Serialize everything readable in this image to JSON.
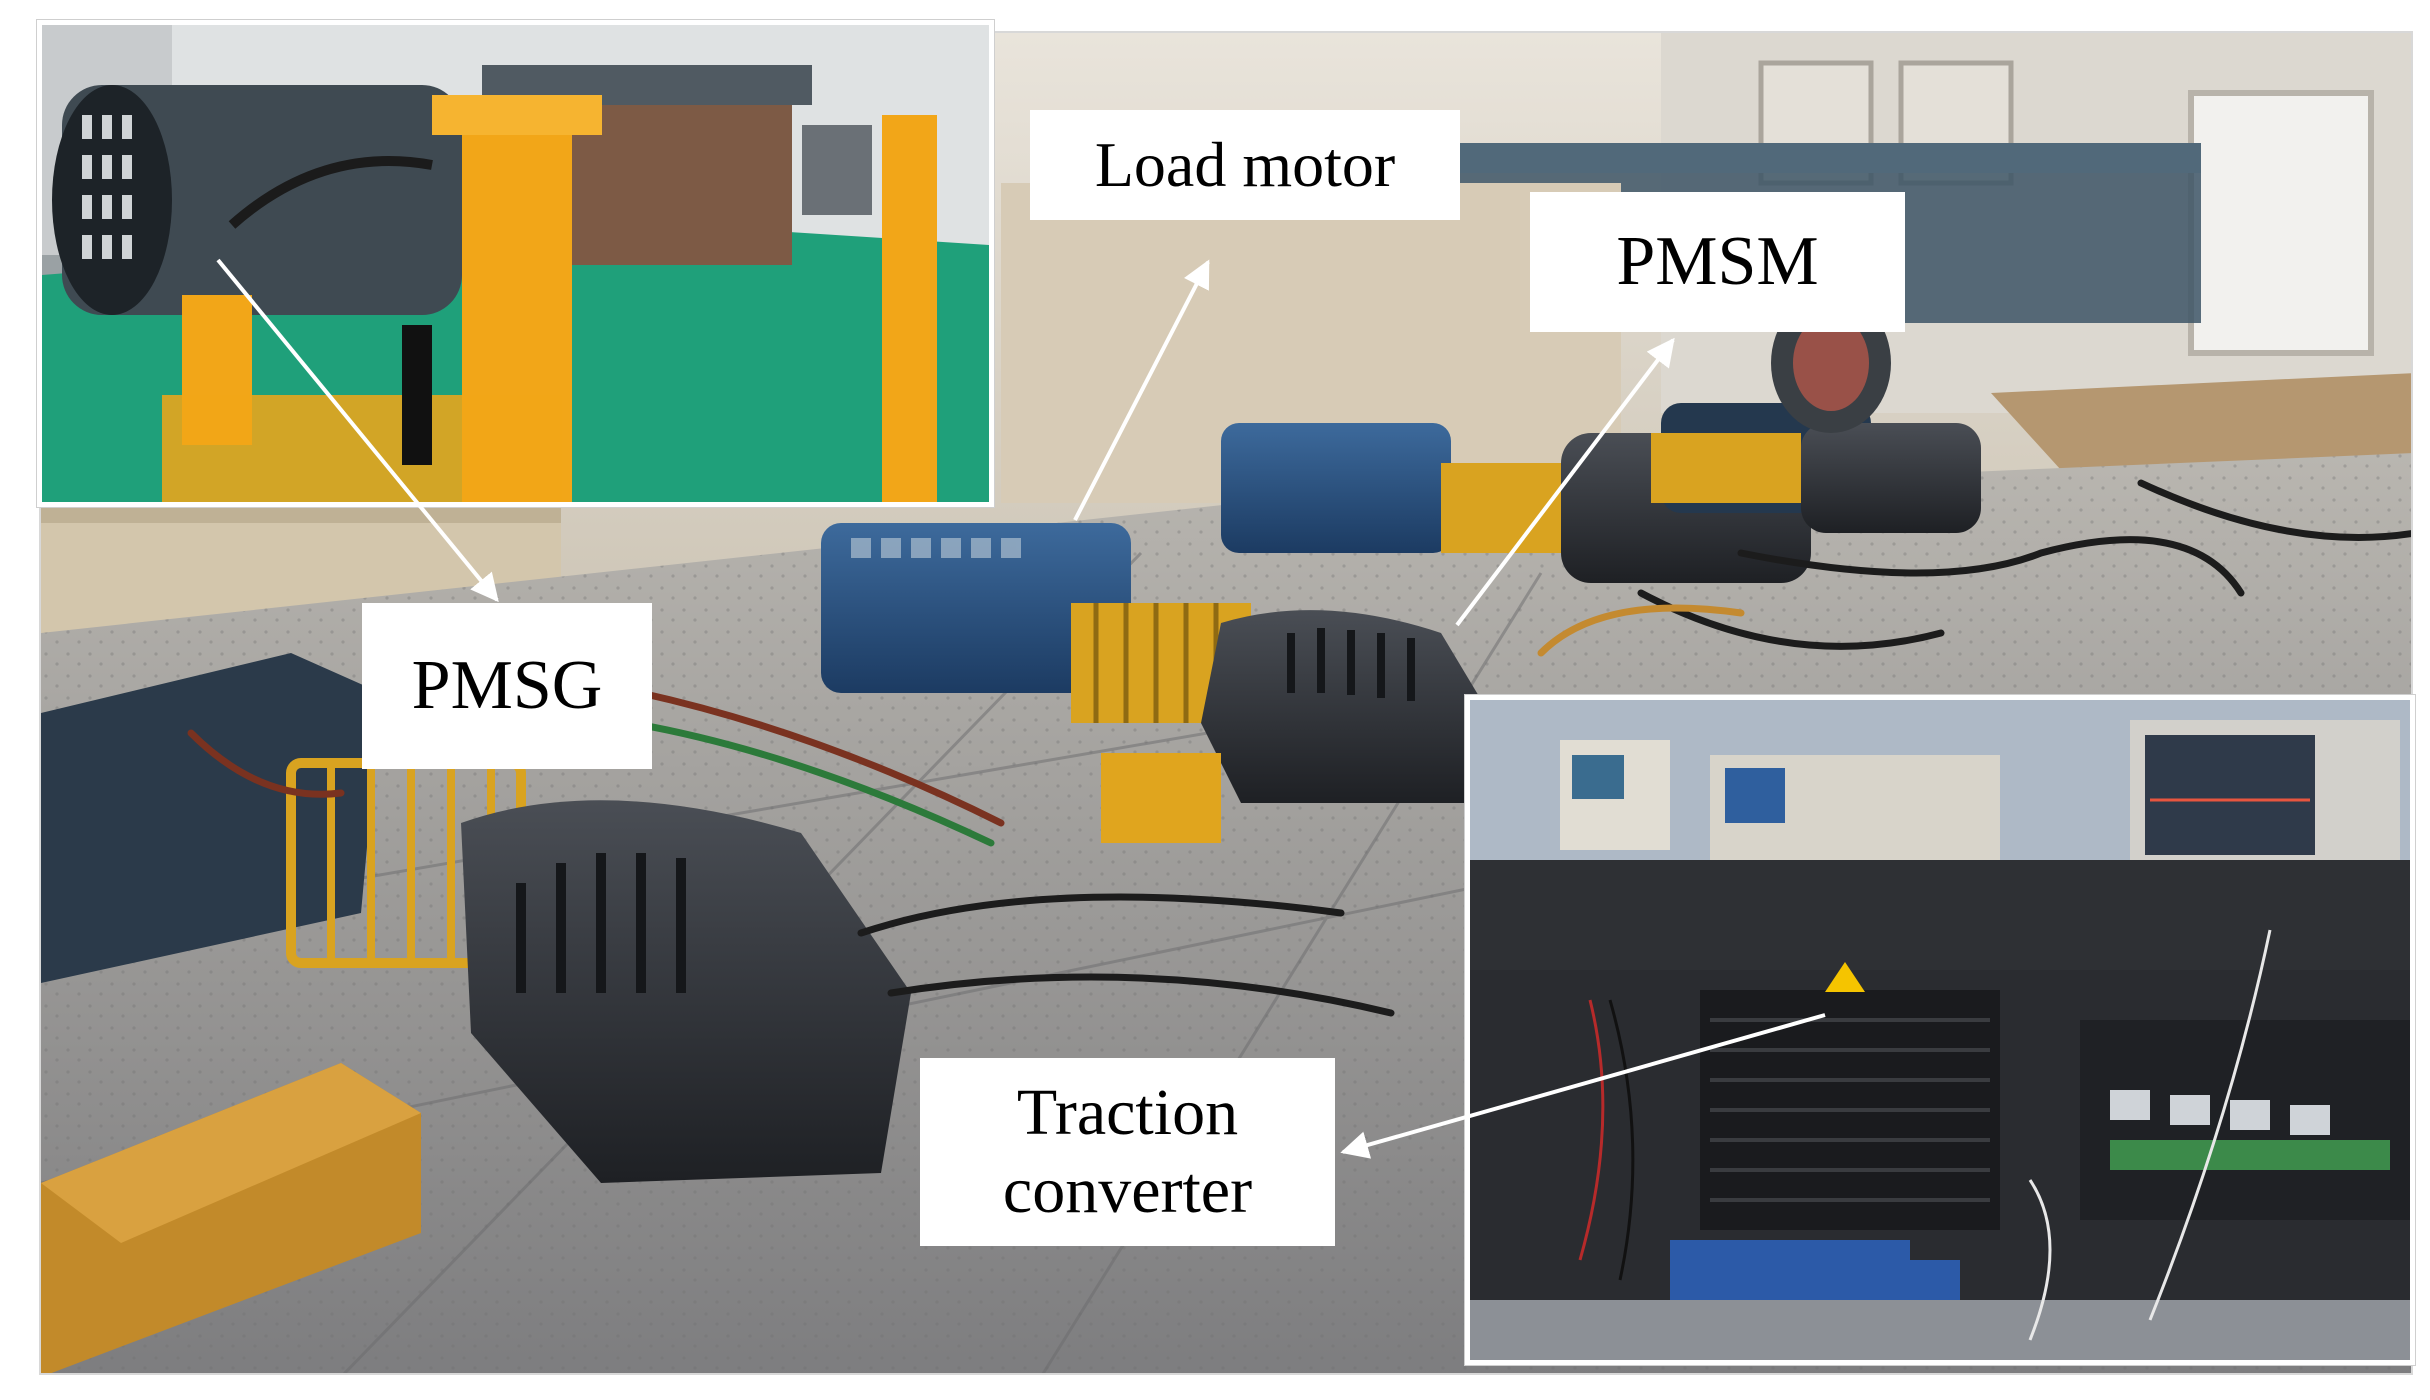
{
  "labels": {
    "load_motor": "Load motor",
    "pmsm": "PMSM",
    "pmsg": "PMSG",
    "traction_line1": "Traction",
    "traction_line2": "converter"
  },
  "colors": {
    "floor": "#8e8e8e",
    "motor_dark": "#2b2e33",
    "motor_blue": "#254a78",
    "coupling_yellow": "#d9a320",
    "stand_orange": "#f2a618",
    "floor_green": "#1fa07a",
    "cabinet_dark": "#2a2c30",
    "arrow_white": "#ffffff"
  }
}
